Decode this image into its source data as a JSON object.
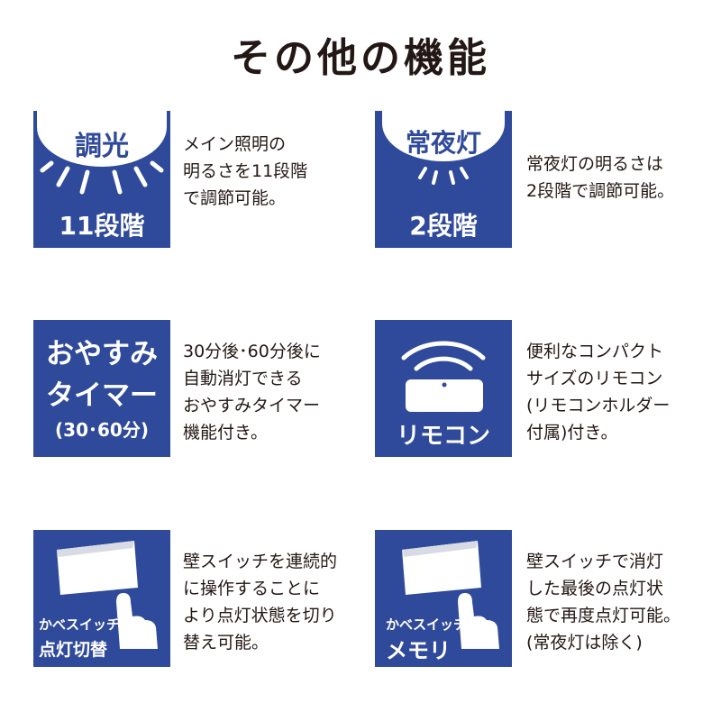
{
  "title": "その他の機能",
  "features": [
    {
      "badge": "調光",
      "label": "11段階",
      "desc": [
        "メイン照明の",
        "明るさを11段階",
        "で調節可能。"
      ]
    },
    {
      "badge": "常夜灯",
      "label": "2段階",
      "desc": [
        "常夜灯の明るさは",
        "2段階で調節可能。"
      ]
    },
    {
      "line1": "おやすみ",
      "line2": "タイマー",
      "line3": "(30･60分)",
      "desc": [
        "30分後･60分後に",
        "自動消灯できる",
        "おやすみタイマー",
        "機能付き。"
      ]
    },
    {
      "label": "リモコン",
      "desc": [
        "便利なコンパクト",
        "サイズのリモコン",
        "(リモコンホルダー",
        "付属)付き。"
      ]
    },
    {
      "label1": "かべスイッチ",
      "label2": "点灯切替",
      "desc": [
        "壁スイッチを連続的",
        "に操作することに",
        "より点灯状態を切り",
        "替え可能。"
      ]
    },
    {
      "label1": "かべスイッチ",
      "label2": "メモリ",
      "desc": [
        "壁スイッチで消灯",
        "した最後の点灯状",
        "態で再度点灯可能。",
        "(常夜灯は除く)"
      ]
    }
  ],
  "colors": {
    "tile": "#2f4a9a",
    "text": "#231815"
  }
}
